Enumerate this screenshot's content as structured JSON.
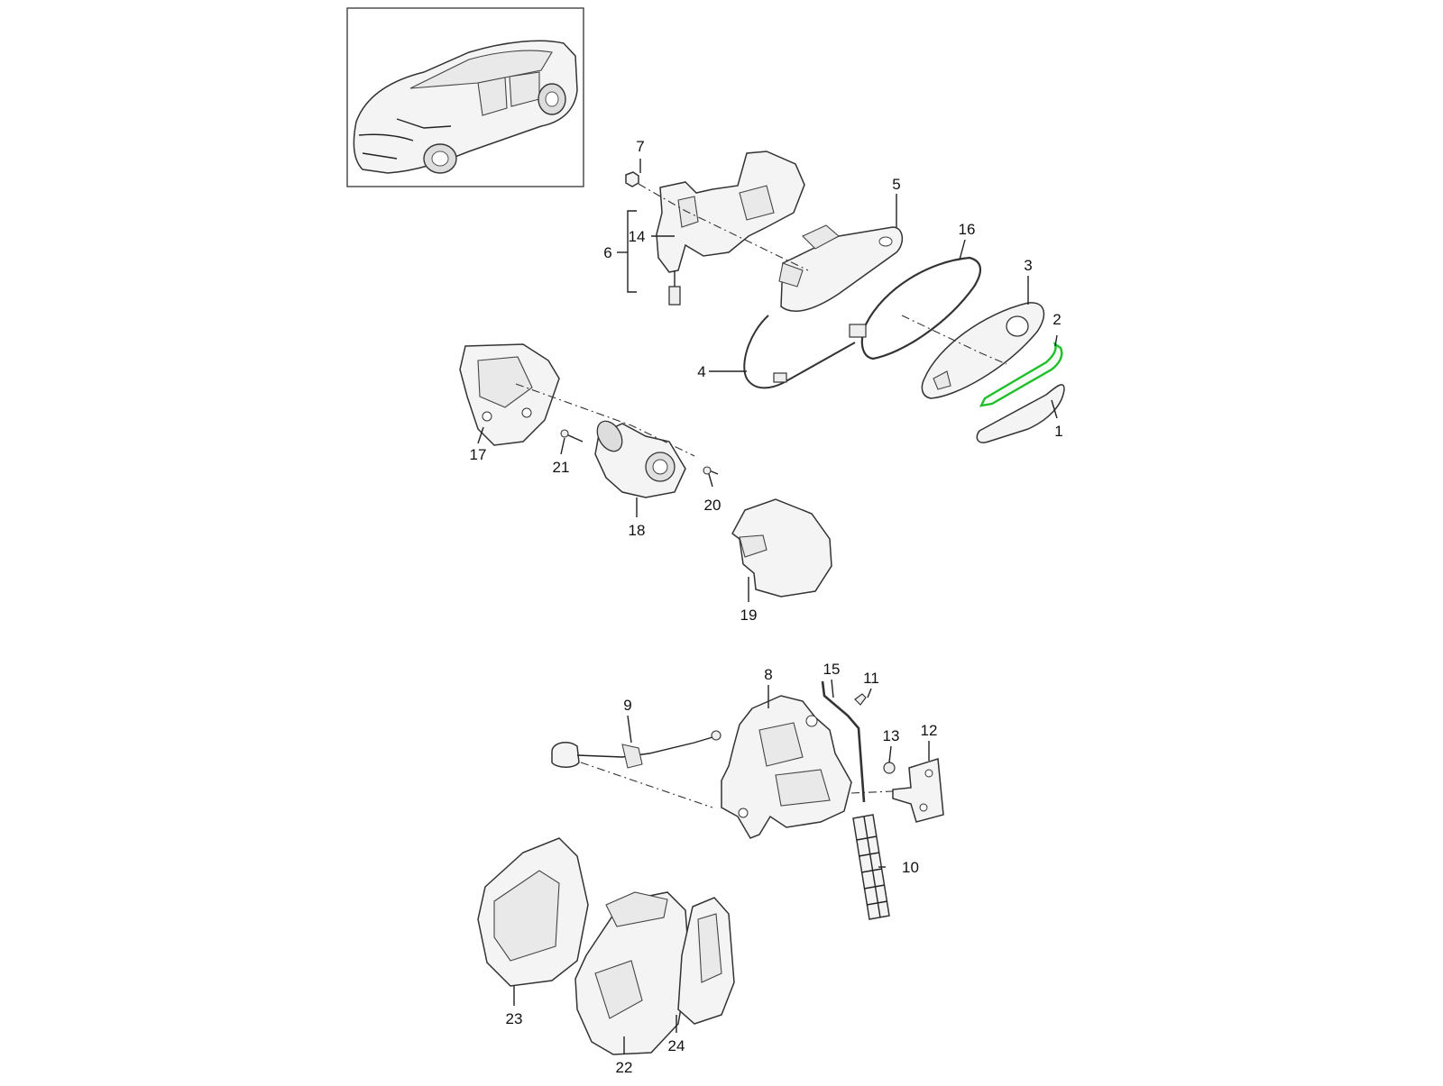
{
  "diagram": {
    "callouts": [
      {
        "id": "c1",
        "text": "1"
      },
      {
        "id": "c2",
        "text": "2"
      },
      {
        "id": "c3",
        "text": "3"
      },
      {
        "id": "c4",
        "text": "4"
      },
      {
        "id": "c5",
        "text": "5"
      },
      {
        "id": "c6",
        "text": "6"
      },
      {
        "id": "c7",
        "text": "7"
      },
      {
        "id": "c8",
        "text": "8"
      },
      {
        "id": "c9",
        "text": "9"
      },
      {
        "id": "c10",
        "text": "10"
      },
      {
        "id": "c11",
        "text": "11"
      },
      {
        "id": "c12",
        "text": "12"
      },
      {
        "id": "c13",
        "text": "13"
      },
      {
        "id": "c14",
        "text": "14"
      },
      {
        "id": "c15",
        "text": "15"
      },
      {
        "id": "c16",
        "text": "16"
      },
      {
        "id": "c17",
        "text": "17"
      },
      {
        "id": "c18",
        "text": "18"
      },
      {
        "id": "c19",
        "text": "19"
      },
      {
        "id": "c20",
        "text": "20"
      },
      {
        "id": "c21",
        "text": "21"
      },
      {
        "id": "c22",
        "text": "22"
      },
      {
        "id": "c23",
        "text": "23"
      },
      {
        "id": "c24",
        "text": "24"
      }
    ],
    "highlighted_part": "2",
    "colors": {
      "highlight": "#1fbf2a",
      "line": "#222222",
      "part_fill": "#f4f4f4"
    }
  }
}
